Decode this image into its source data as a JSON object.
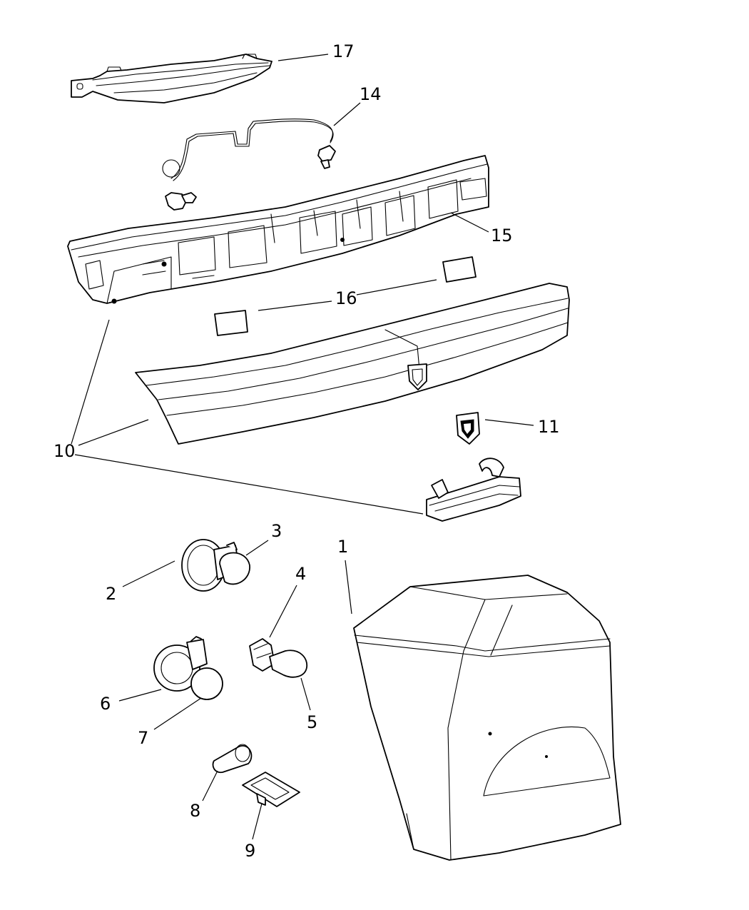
{
  "diagram": {
    "callouts": [
      {
        "id": "c1",
        "label": "1"
      },
      {
        "id": "c2",
        "label": "2"
      },
      {
        "id": "c3",
        "label": "3"
      },
      {
        "id": "c4",
        "label": "4"
      },
      {
        "id": "c5",
        "label": "5"
      },
      {
        "id": "c6",
        "label": "6"
      },
      {
        "id": "c7",
        "label": "7"
      },
      {
        "id": "c8",
        "label": "8"
      },
      {
        "id": "c9",
        "label": "9"
      },
      {
        "id": "c10",
        "label": "10"
      },
      {
        "id": "c11",
        "label": "11"
      },
      {
        "id": "c14",
        "label": "14"
      },
      {
        "id": "c15",
        "label": "15"
      },
      {
        "id": "c16",
        "label": "16"
      },
      {
        "id": "c17",
        "label": "17"
      }
    ],
    "colors": {
      "line": "#000000",
      "background": "#ffffff"
    }
  }
}
